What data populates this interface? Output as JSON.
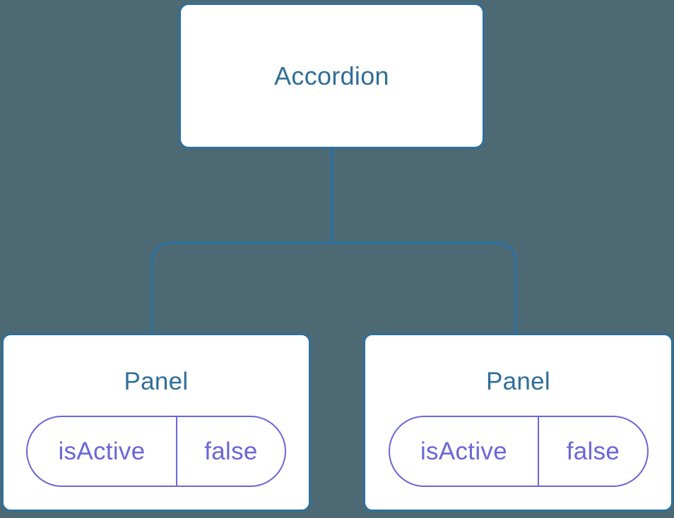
{
  "diagram": {
    "kind": "component-tree",
    "root": {
      "label": "Accordion"
    },
    "children": [
      {
        "label": "Panel",
        "props": [
          {
            "name": "isActive",
            "value": "false"
          }
        ]
      },
      {
        "label": "Panel",
        "props": [
          {
            "name": "isActive",
            "value": "false"
          }
        ]
      }
    ]
  },
  "colors": {
    "background": "#4D6A74",
    "node_fill": "#FFFFFF",
    "node_border": "#2E6F9C",
    "node_label_text": "#2F6E98",
    "connector_line": "#2E6F9C",
    "prop_accent": "#6B66D9"
  }
}
